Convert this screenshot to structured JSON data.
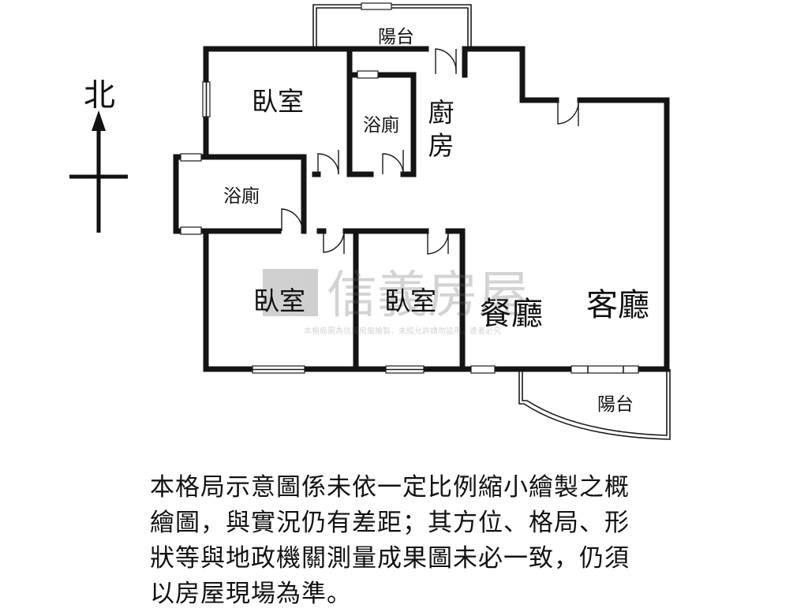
{
  "compass": {
    "north_label": "北"
  },
  "rooms": {
    "balcony_top": "陽台",
    "bedroom_top": "臥室",
    "bath_upper": "浴廁",
    "kitchen_line1": "廚",
    "kitchen_line2": "房",
    "bath_left": "浴廁",
    "bedroom_lower_left": "臥室",
    "bedroom_lower_mid": "臥室",
    "dining": "餐廳",
    "living": "客廳",
    "balcony_bottom": "陽台"
  },
  "watermark": {
    "brand": "信義房屋",
    "notice": "本格局圖為信義房屋繪製，未經允許請勿盜用，違者必究"
  },
  "disclaimer": {
    "text": "本格局示意圖係未依一定比例縮小繪製之概\n繪圖，與實況仍有差距；其方位、格局、形\n狀等與地政機關測量成果圖未必一致，仍須\n以房屋現場為準。"
  }
}
